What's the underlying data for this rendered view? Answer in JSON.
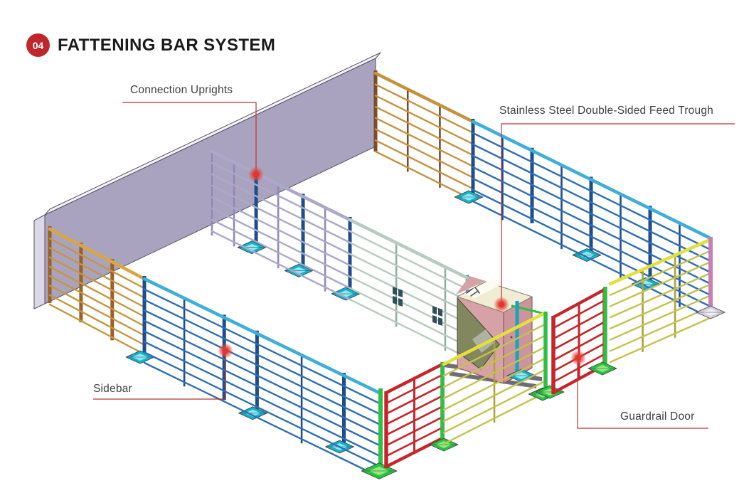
{
  "header": {
    "badge": "04",
    "title": "FATTENING BAR SYSTEM"
  },
  "callouts": [
    {
      "id": "connection-uprights",
      "label": "Connection Uprights"
    },
    {
      "id": "feed-trough",
      "label": "Stainless Steel Double-Sided Feed Trough"
    },
    {
      "id": "sidebar",
      "label": "Sidebar"
    },
    {
      "id": "guardrail-door",
      "label": "Guardrail Door"
    }
  ],
  "icons": {
    "marker": "callout-dot"
  },
  "colors": {
    "bg": "#FFFFFF",
    "badge_bg": "#C0272D",
    "title": "#1A1A1A",
    "label": "#3F3F3F",
    "callout": "#B7352E",
    "dot": "#E0352F",
    "outline": "#3E3E4A",
    "wall": "#A9A3C0",
    "wall_top": "#F4F3F9",
    "wall_end": "#DBD9E7",
    "wall_edge": "#55525F",
    "tan_rail": "#C5923F",
    "tan_post": "#7E4A28",
    "gold_rail": "#D8A83E",
    "gold_bar": "#C4973E",
    "gold_post": "#9C5F28",
    "cyan_rail": "#3FAED9",
    "blue_bar": "#2F6FB5",
    "blue_post": "#1E4D8C",
    "teal_base": "#12B2C9",
    "teal_base_in": "#8FE9F2",
    "teal_post": "#17A4BC",
    "lav_rail": "#ACA8C9",
    "lav_stile": "#8F8BB4",
    "sage_rail": "#B7CBBE",
    "sage_post": "#8FAF9F",
    "hinge": "#31505A",
    "yellow_rail": "#E4E03B",
    "yellow_bar": "#C6C14D",
    "yellow_stile": "#A8A43C",
    "green_post": "#2FBF45",
    "green_base": "#29C43E",
    "green_base_in": "#90E97C",
    "red_gate": "#C8242B",
    "pink_post": "#C87EB6",
    "gray_base": "#D6D2DC",
    "gray_base_in": "#F2F0F6",
    "trough_side": "#D7A2A7",
    "trough_side2": "#CB959B",
    "trough_top": "#F1ECD4",
    "trough_band": "#FCFBF4",
    "trough_hopper": "#83875F",
    "trough_hopper_dk": "#4E5140",
    "support": "#6E6E76"
  }
}
